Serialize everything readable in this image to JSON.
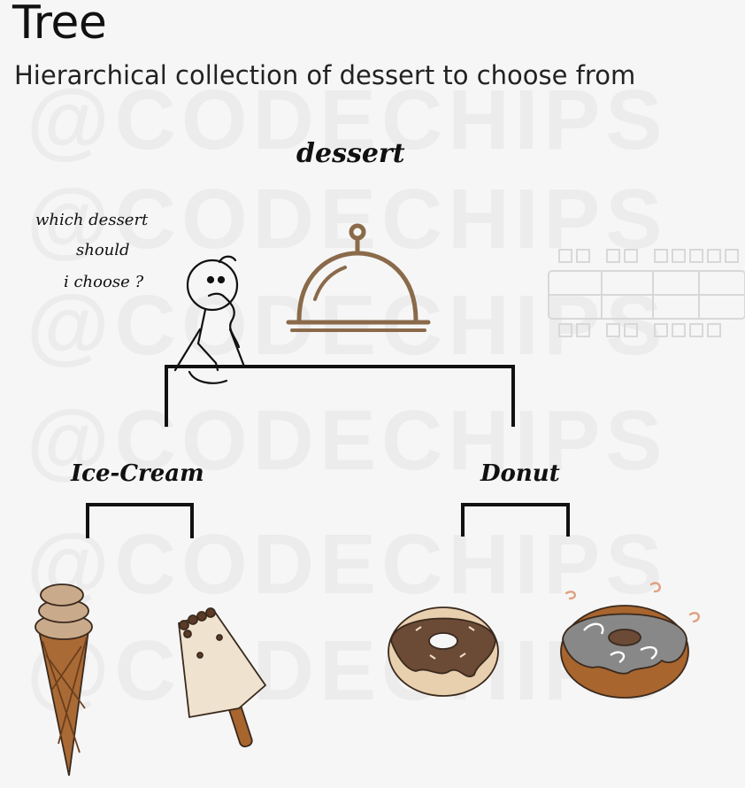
{
  "header": {
    "title": "Tree",
    "subtitle": "Hierarchical collection of dessert to choose from"
  },
  "watermark": "@CODECHIPS",
  "thought_bubble": {
    "lines": [
      "which dessert",
      "should",
      "i choose ?"
    ]
  },
  "tree": {
    "root": {
      "label": "dessert",
      "icon": "cloche-icon"
    },
    "children": [
      {
        "label": "Ice-Cream",
        "leaves": [
          {
            "icon": "ice-cream-cone-icon"
          },
          {
            "icon": "popsicle-icon"
          }
        ]
      },
      {
        "label": "Donut",
        "leaves": [
          {
            "icon": "chocolate-donut-icon"
          },
          {
            "icon": "glazed-donut-icon"
          }
        ]
      }
    ]
  },
  "colors": {
    "background": "#f6f6f6",
    "line": "#111111",
    "cloche": "#8a6a4a",
    "chocolate": "#6b4a36",
    "dough": "#e8cfae",
    "cone": "#a96a35",
    "glaze": "#888888"
  }
}
